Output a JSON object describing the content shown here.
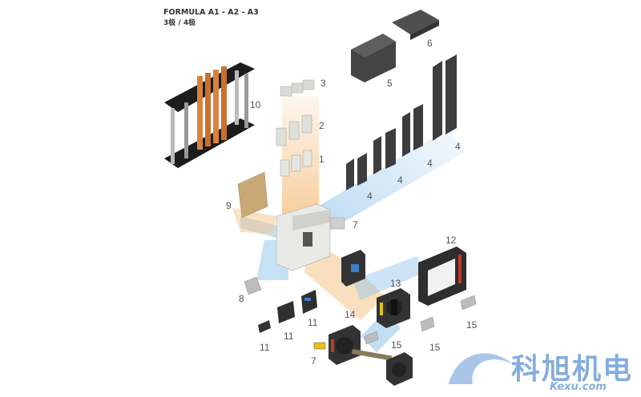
{
  "title": "FORMULA A1 - A2 - A3",
  "subtitle": "3极 / 4极",
  "callouts": {
    "c1": "1",
    "c2": "2",
    "c3": "3",
    "c4a": "4",
    "c4b": "4",
    "c4c": "4",
    "c4d": "4",
    "c5": "5",
    "c6": "6",
    "c7a": "7",
    "c7b": "7",
    "c8": "8",
    "c9": "9",
    "c10": "10",
    "c11a": "11",
    "c11b": "11",
    "c11c": "11",
    "c12": "12",
    "c13": "13",
    "c14": "14",
    "c15a": "15",
    "c15b": "15",
    "c15c": "15"
  },
  "watermark": {
    "brand": "科旭机电",
    "domain": "Kexu.com"
  },
  "colors": {
    "orange_beam": "#f6c48a",
    "blue_beam": "#8fc3ea",
    "copper": "#d8823f",
    "dark_part": "#3a3a3a",
    "accent_red": "#c0392b",
    "brand_blue": "#6f9fd8"
  }
}
